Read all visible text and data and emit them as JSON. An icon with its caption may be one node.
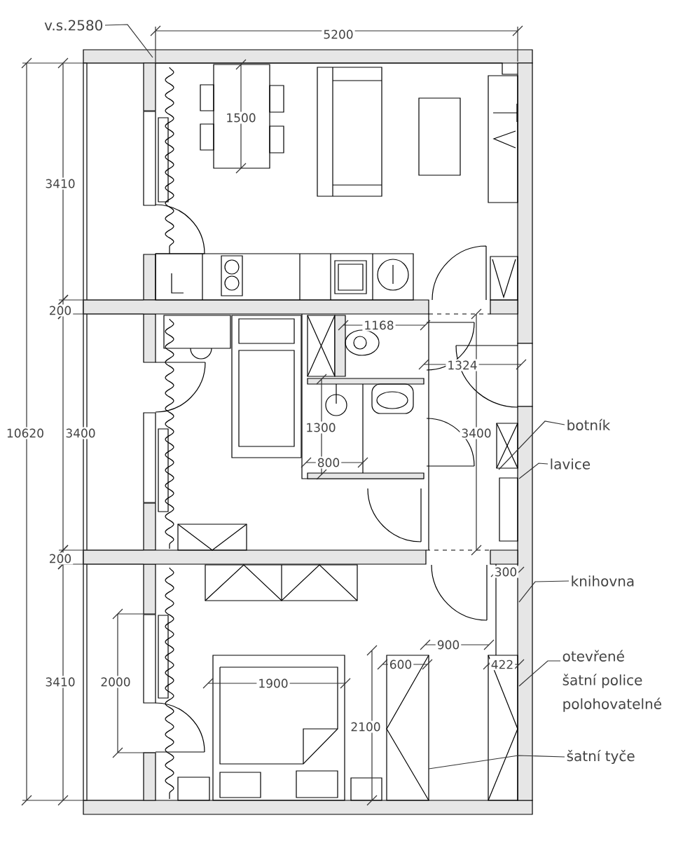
{
  "diagram": {
    "nodes": [
      {
        "text": [
          "v.s.2580"
        ]
      },
      {
        "text": [
          "botník"
        ]
      },
      {
        "text": [
          "lavice"
        ]
      },
      {
        "text": [
          "knihovna"
        ]
      },
      {
        "text": [
          "otevřené šatní police polohovatelné"
        ]
      },
      {
        "text": [
          "šatní tyče"
        ]
      }
    ],
    "edges": [
      {
        "from": 0,
        "to": null,
        "arrow": "none"
      },
      {
        "from": 1,
        "to": null,
        "arrow": "none"
      },
      {
        "from": 2,
        "to": null,
        "arrow": "none"
      },
      {
        "from": 3,
        "to": null,
        "arrow": "none"
      },
      {
        "from": 4,
        "to": null,
        "arrow": "none"
      },
      {
        "from": 5,
        "to": null,
        "arrow": "none"
      }
    ],
    "labels": [
      "5200",
      "1500",
      "3410",
      "200",
      "1168",
      "1324",
      "10620",
      "3400",
      "1300",
      "3400",
      "800",
      "200",
      "300",
      "900",
      "600",
      "422",
      "3410",
      "2000",
      "1900",
      "2100"
    ]
  }
}
